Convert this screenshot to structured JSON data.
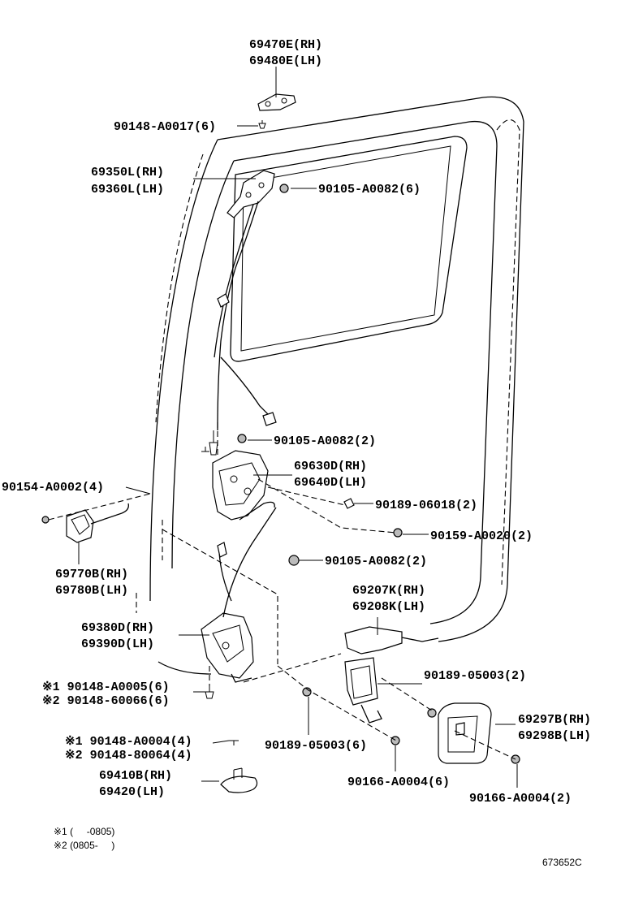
{
  "labels": {
    "p1_rh": "69470E(RH)",
    "p1_lh": "69480E(LH)",
    "s1": "90148-A0017(6)",
    "p2_rh": "69350L(RH)",
    "p2_lh": "69360L(LH)",
    "s2": "90105-A0082(6)",
    "s3": "90105-A0082(2)",
    "p3_rh": "69630D(RH)",
    "p3_lh": "69640D(LH)",
    "s4": "90154-A0002(4)",
    "s5": "90189-06018(2)",
    "s6": "90159-A0020(2)",
    "p4_rh": "69770B(RH)",
    "p4_lh": "69780B(LH)",
    "s7": "90105-A0082(2)",
    "p5_rh": "69207K(RH)",
    "p5_lh": "69208K(LH)",
    "p6_rh": "69380D(RH)",
    "p6_lh": "69390D(LH)",
    "s8": "90189-05003(2)",
    "s9a": "※1 90148-A0005(6)",
    "s9b": "※2 90148-60066(6)",
    "p7_rh": "69297B(RH)",
    "p7_lh": "69298B(LH)",
    "s10a": "※1 90148-A0004(4)",
    "s10b": "※2 90148-80064(4)",
    "s11": "90189-05003(6)",
    "p8_rh": "69410B(RH)",
    "p8_lh": "69420(LH)",
    "s12": "90166-A0004(6)",
    "s13": "90166-A0004(2)"
  },
  "footnotes": {
    "n1": "※1 (     -0805)",
    "n2": "※2 (0805-     )"
  },
  "diagram_id": "673652C"
}
